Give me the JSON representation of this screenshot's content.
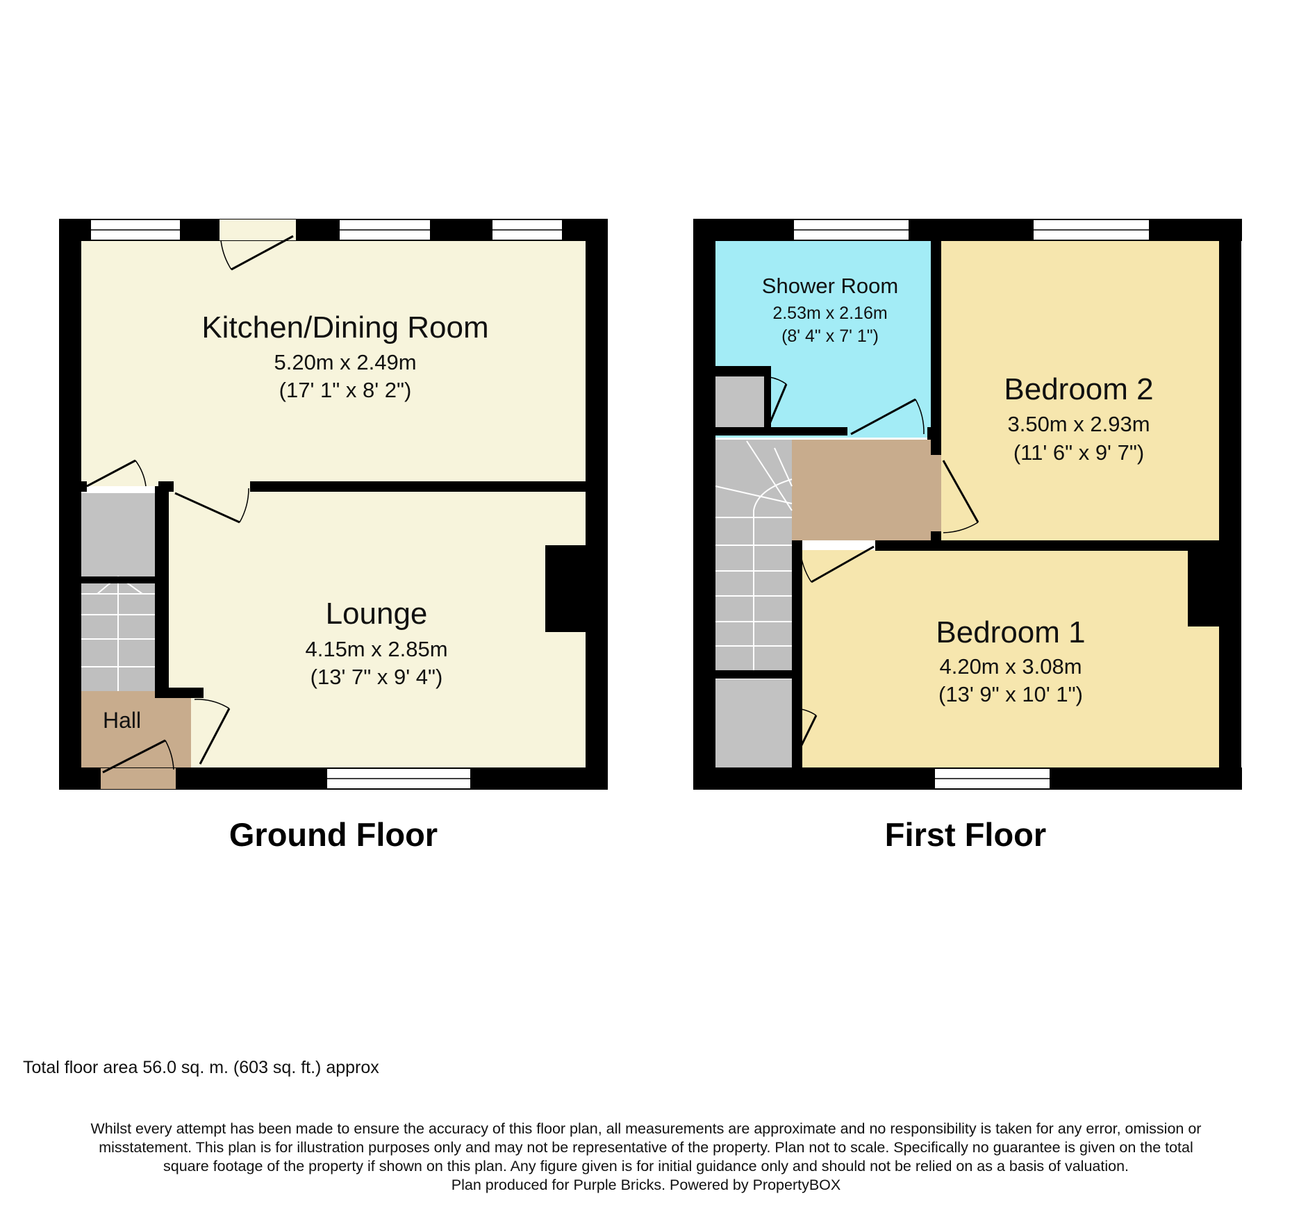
{
  "colors": {
    "kitchen": "#f7f4dc",
    "lounge": "#f7f4dc",
    "hall": "#c8ac8d",
    "landing": "#c8ac8d",
    "stairs": "#bfbfbf",
    "cupboard": "#c2c2c2",
    "shower_room": "#a3ecf6",
    "bedroom": "#f6e6ae",
    "wall": "#000000"
  },
  "ground_floor": {
    "title": "Ground Floor",
    "rooms": {
      "kitchen": {
        "name": "Kitchen/Dining Room",
        "metric": "5.20m x 2.49m",
        "imperial": "(17' 1\" x 8' 2\")"
      },
      "lounge": {
        "name": "Lounge",
        "metric": "4.15m x 2.85m",
        "imperial": "(13' 7\" x 9' 4\")"
      },
      "hall": {
        "name": "Hall"
      }
    }
  },
  "first_floor": {
    "title": "First Floor",
    "rooms": {
      "shower": {
        "name": "Shower Room",
        "metric": "2.53m x 2.16m",
        "imperial": "(8' 4\" x 7' 1\")"
      },
      "bedroom2": {
        "name": "Bedroom 2",
        "metric": "3.50m x 2.93m",
        "imperial": "(11' 6\" x 9' 7\")"
      },
      "bedroom1": {
        "name": "Bedroom 1",
        "metric": "4.20m x 3.08m",
        "imperial": "(13' 9\" x 10' 1\")"
      }
    }
  },
  "total_area": "Total floor area 56.0 sq. m. (603 sq. ft.) approx",
  "disclaimer": [
    "Whilst every attempt has been made to ensure the accuracy of this floor plan, all measurements are approximate and no responsibility is taken for any error, omission or",
    "misstatement. This plan is for illustration purposes only and may not be representative of the property. Plan not to scale. Specifically no guarantee is given on the total",
    "square footage of the property if shown on this plan. Any figure given is for initial guidance only and should not be relied on as a basis of valuation.",
    "Plan produced for Purple Bricks. Powered by PropertyBOX"
  ]
}
